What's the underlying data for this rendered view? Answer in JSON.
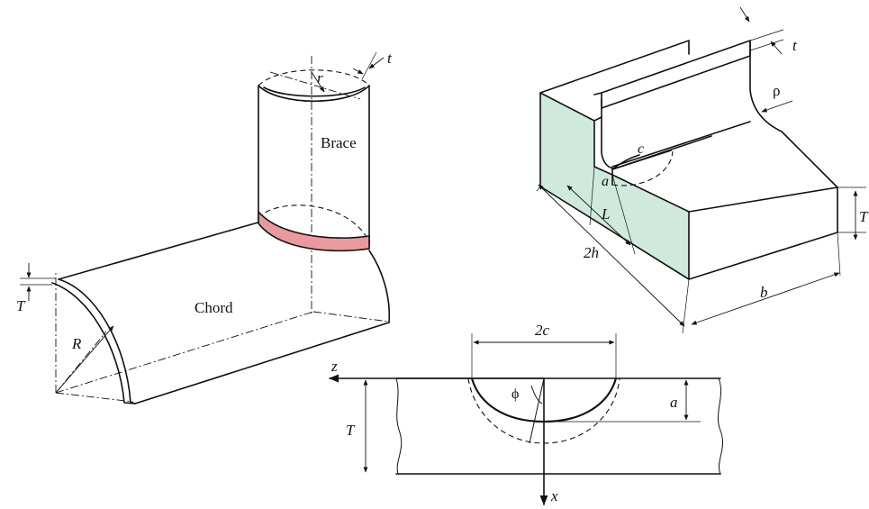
{
  "colors": {
    "weld": "#ea9a9e",
    "section_face": "#cfeadd",
    "line": "#111111",
    "background": "#ffffff"
  },
  "tjoint": {
    "brace_label": "Brace",
    "chord_label": "Chord",
    "brace_radius_symbol": "r",
    "brace_thickness_symbol": "t",
    "chord_radius_symbol": "R",
    "chord_thickness_symbol": "T"
  },
  "plate_model": {
    "attachment_thickness_symbol": "t",
    "toe_radius_symbol": "ρ",
    "crack_half_length_symbol": "c",
    "crack_depth_symbol": "a",
    "leg_length_symbol": "L",
    "plate_width_symbol": "2h",
    "plate_length_symbol": "b",
    "plate_thickness_symbol": "T"
  },
  "crack_section": {
    "surface_length_symbol": "2c",
    "z_axis_label": "z",
    "x_axis_label": "x",
    "angle_symbol": "ϕ",
    "depth_symbol": "a",
    "thickness_symbol": "T"
  }
}
